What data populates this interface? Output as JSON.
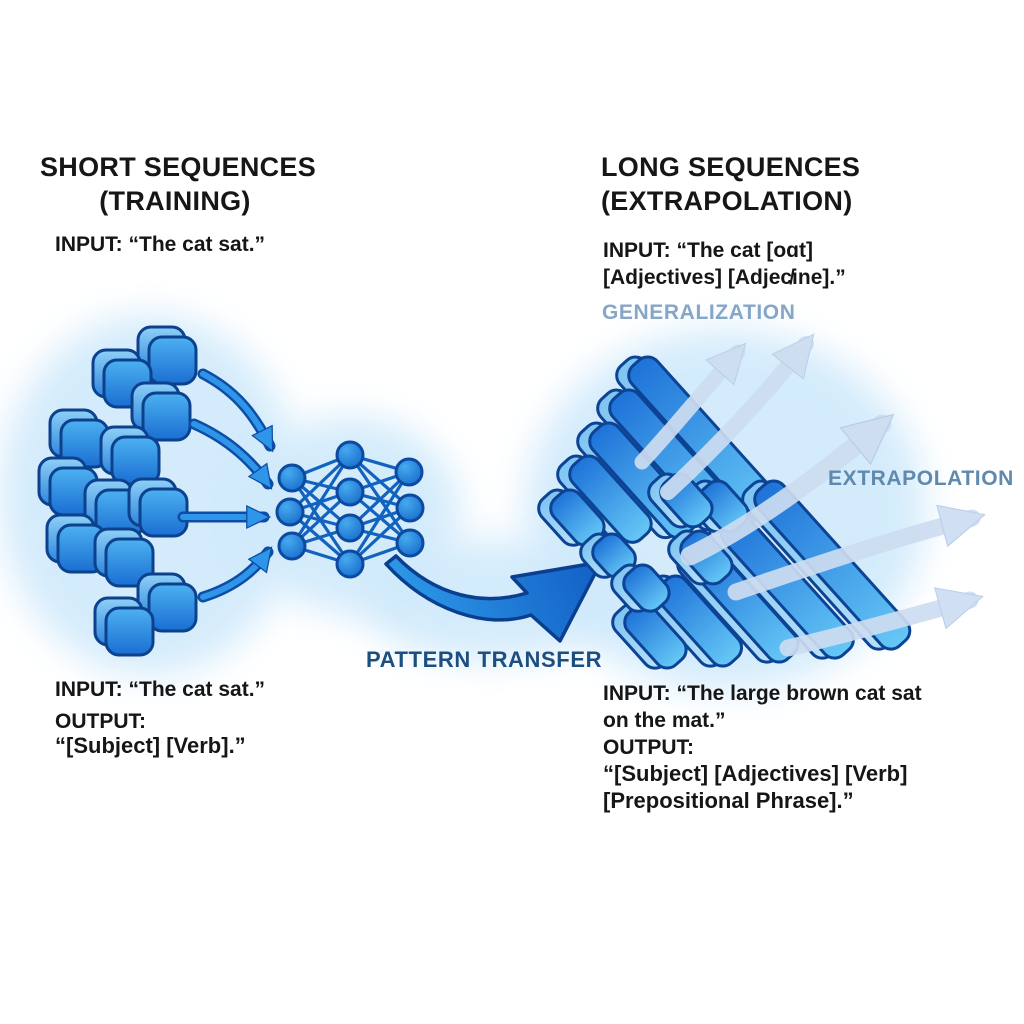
{
  "left": {
    "title1": "SHORT SEQUENCES",
    "title2": "(TRAINING)",
    "input_top": "INPUT: “The cat sat.”",
    "input_bottom": "INPUT: “The cat sat.”",
    "output_label": "OUTPUT:",
    "output_value": "“[Subject] [Verb].”"
  },
  "right": {
    "title1": "LONG SEQUENCES",
    "title2": "(EXTRAPOLATION)",
    "input_top1": "INPUT: “The cat [oɑt]",
    "input_top2": "[Adjectives] [Adjec̸ine].”",
    "input_bottom1": "INPUT: “The large brown cat sat",
    "input_bottom2": "on the mat.”",
    "output_label": "OUTPUT:",
    "output_value1": "“[Subject] [Adjectives] [Verb]",
    "output_value2": "[Prepositional Phrase].”"
  },
  "labels": {
    "generalization": "GENERALIZATION",
    "extrapolation": "EXTRAPOLATION",
    "pattern_transfer": "PATTERN TRANSFER"
  },
  "colors": {
    "token_blue": "#1a6ed2",
    "outline_navy": "#0c418e",
    "pale_arrow": "#cdddf1",
    "generalization_text": "#87a6c6",
    "extrapolation_text": "#6089ae",
    "pattern_transfer_text": "#1d4e80",
    "heading_text": "#161616"
  },
  "graphics": {
    "token_cluster": "token-cluster",
    "neural_network": "neural-network-icon",
    "transfer_arrow": "pattern-transfer-arrow",
    "sequence_stack": "long-sequence-stack",
    "generalization_arrows": "generalization-arrows"
  }
}
